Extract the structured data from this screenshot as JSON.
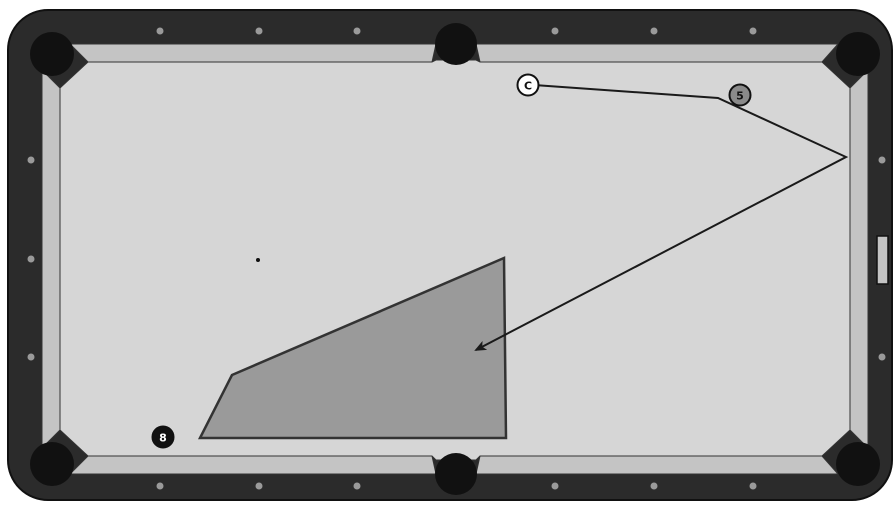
{
  "diagram": {
    "colors": {
      "rail": "#2b2b2b",
      "cushion": "#c4c4c4",
      "felt": "#d6d6d6",
      "pocket": "#111111",
      "diamond": "#9a9a9a",
      "zone": "#9a9a9a",
      "path": "#1a1a1a"
    },
    "balls": [
      {
        "id": "cue",
        "label": "C",
        "color": "#ffffff",
        "text_color": "#111111"
      },
      {
        "id": "five",
        "label": "5",
        "color": "#8a8a8a",
        "text_color": "#111111"
      },
      {
        "id": "eight",
        "label": "8",
        "color": "#111111",
        "text_color": "#ffffff"
      }
    ],
    "zone_label": "",
    "path_arrow": "end"
  }
}
